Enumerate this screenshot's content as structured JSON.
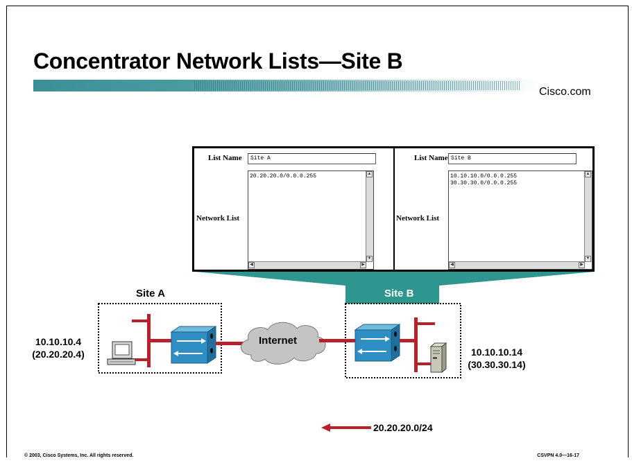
{
  "slide": {
    "title": "Concentrator Network Lists—Site B",
    "brand": "Cisco.com",
    "footer_left": "© 2003, Cisco Systems, Inc. All rights reserved.",
    "footer_right": "CSVPN 4.0—16-17"
  },
  "panels": {
    "left": {
      "list_name_label": "List Name",
      "list_name_value": "Site A",
      "network_list_label": "Network List",
      "network_list_value": "20.20.20.0/0.0.0.255"
    },
    "right": {
      "list_name_label": "List Name",
      "list_name_value": "Site B",
      "network_list_label": "Network List",
      "network_list_value": "10.10.10.0/0.0.0.255\n30.30.30.0/0.0.0.255"
    }
  },
  "diagram": {
    "site_a_label": "Site A",
    "site_b_label": "Site B",
    "internet_label": "Internet",
    "host_a_ip": "10.10.10.4",
    "host_a_nat": "(20.20.20.4)",
    "host_b_ip": "10.10.10.14",
    "host_b_nat": "(30.30.30.14)",
    "route_label": "20.20.20.0/24",
    "colors": {
      "teal": "#2e968f",
      "ethernet": "#b8202b",
      "concentrator": "#2f8fc4",
      "cloud": "#c4c4c4"
    }
  }
}
